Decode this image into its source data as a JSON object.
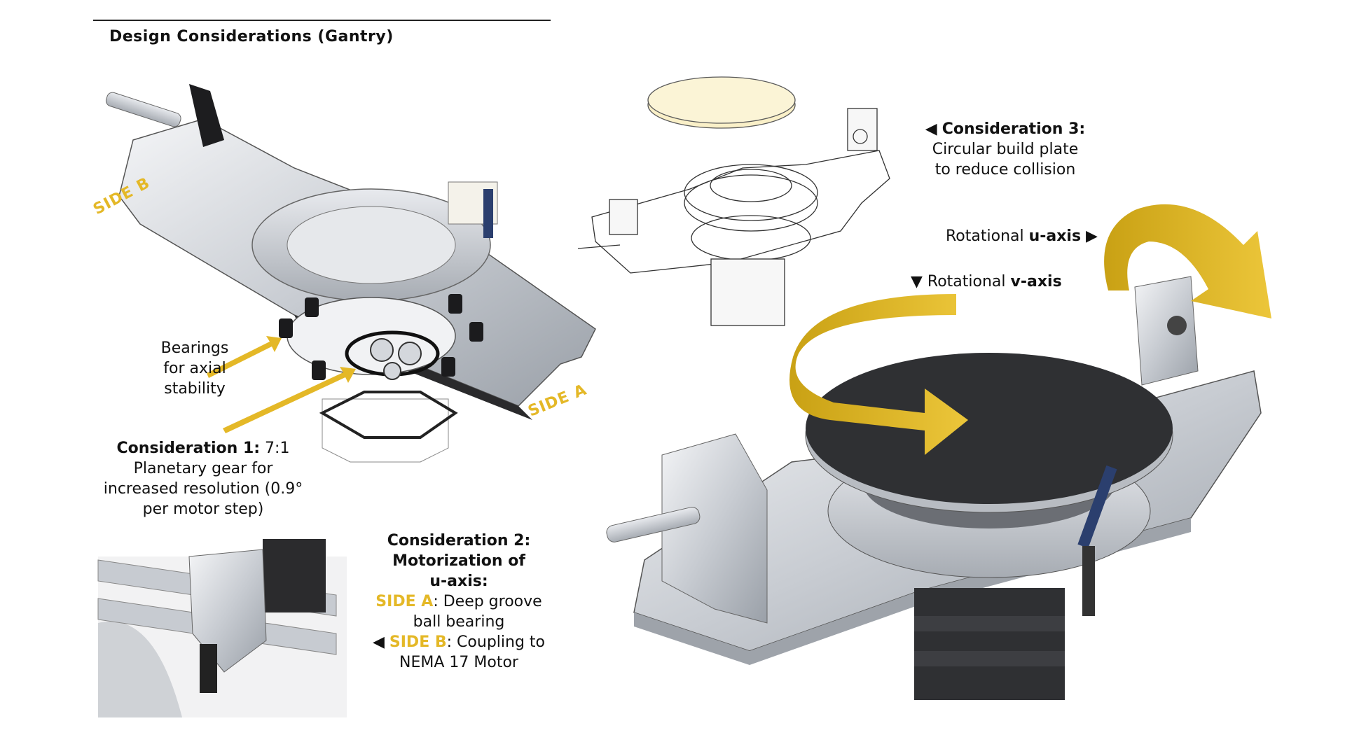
{
  "header": {
    "title": "Design Considerations (Gantry)"
  },
  "labels": {
    "side_b_left": "SIDE B",
    "side_a_left": "SIDE A",
    "bearings": [
      "Bearings",
      "for axial",
      "stability"
    ],
    "c1_head": "Consideration 1:",
    "c1_ratio": " 7:1",
    "c1_body": [
      "Planetary gear for",
      "increased resolution (0.9°",
      "per motor step)"
    ],
    "c2_lines": [
      "Consideration 2:",
      "Motorization of",
      "u-axis:"
    ],
    "c2_side_a": "SIDE A",
    "c2_side_a_text": ": Deep groove",
    "c2_side_a_text2": "ball bearing",
    "c2_arrow": "◀ ",
    "c2_side_b": "SIDE B",
    "c2_side_b_text": ": Coupling to",
    "c2_side_b_text2": "NEMA 17 Motor",
    "c3_arrow": "◀ ",
    "c3_head": "Consideration 3:",
    "c3_body": [
      "Circular build plate",
      "to reduce collision"
    ],
    "u_axis_pre": "Rotational ",
    "u_axis_bold": "u-axis",
    "u_axis_arrow": " ▶",
    "v_axis_arrow": "▼ ",
    "v_axis_pre": "Rotational ",
    "v_axis_bold": "v-axis"
  },
  "colors": {
    "accent": "#e4b827",
    "plate": "#2f3033",
    "metal": "#cfd3d8",
    "dark": "#1e1e20"
  }
}
